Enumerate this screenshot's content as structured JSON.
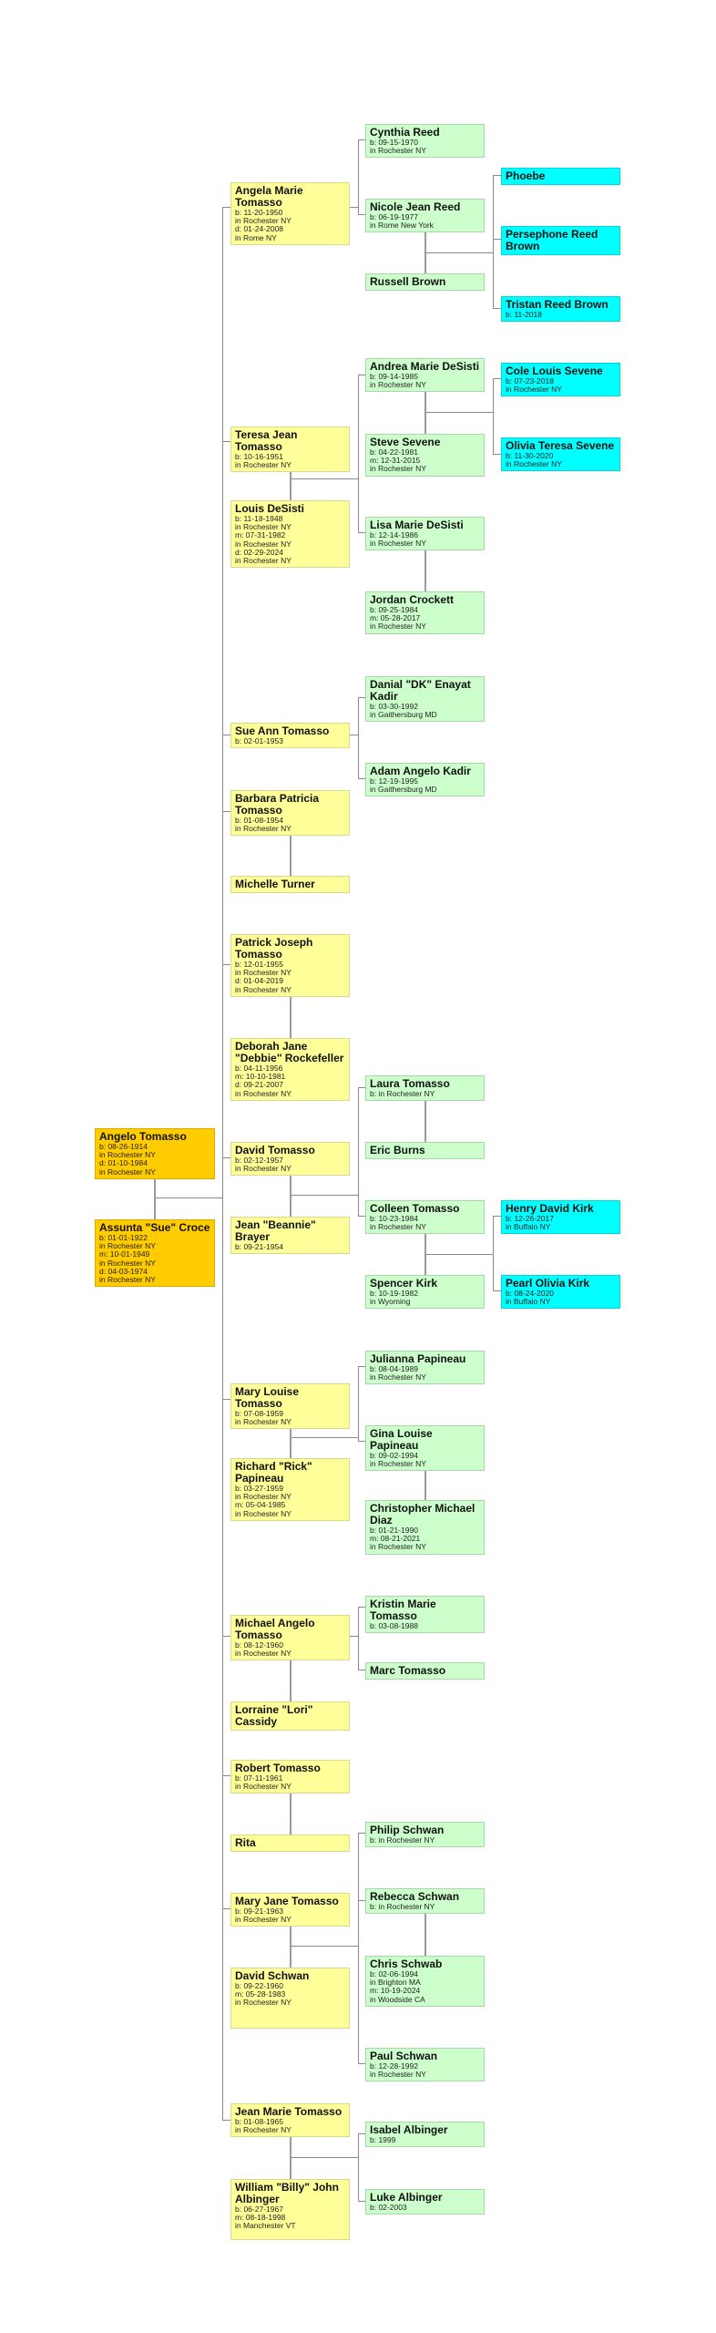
{
  "colors": {
    "root": "#ffcc00",
    "generation1": "#ffff99",
    "generation2": "#ccffcc",
    "generation3": "#00ffff"
  },
  "people": {
    "angelo": {
      "name": "Angelo Tomasso",
      "details": [
        "b: 08-26-1914",
        "in Rochester NY",
        "d: 01-10-1984",
        "in Rochester NY"
      ]
    },
    "assunta": {
      "name": "Assunta \"Sue\" Croce",
      "details": [
        "b: 01-01-1922",
        "in Rochester NY",
        "m: 10-01-1949",
        "in Rochester NY",
        "d: 04-03-1974",
        "in Rochester NY"
      ]
    },
    "angela": {
      "name": "Angela Marie Tomasso",
      "details": [
        "b: 11-20-1950",
        "in Rochester NY",
        "d: 01-24-2008",
        "in Rome NY"
      ]
    },
    "teresa": {
      "name": "Teresa Jean Tomasso",
      "details": [
        "b: 10-16-1951",
        "in Rochester NY"
      ]
    },
    "louis": {
      "name": "Louis DeSisti",
      "details": [
        "b: 11-18-1948",
        "in Rochester NY",
        "m: 07-31-1982",
        "in Rochester NY",
        "d: 02-29-2024",
        "in Rochester NY"
      ]
    },
    "sue_ann": {
      "name": "Sue Ann Tomasso",
      "details": [
        "b: 02-01-1953"
      ]
    },
    "barbara": {
      "name": "Barbara Patricia Tomasso",
      "details": [
        "b: 01-08-1954",
        "in Rochester NY"
      ]
    },
    "michelle": {
      "name": "Michelle Turner",
      "details": []
    },
    "patrick": {
      "name": "Patrick Joseph Tomasso",
      "details": [
        "b: 12-01-1955",
        "in Rochester NY",
        "d: 01-04-2019",
        "in Rochester NY"
      ]
    },
    "deborah": {
      "name": "Deborah Jane \"Debbie\" Rockefeller",
      "details": [
        "b: 04-11-1956",
        "m: 10-10-1981",
        "d: 09-21-2007",
        "in Rochester NY"
      ]
    },
    "david": {
      "name": "David Tomasso",
      "details": [
        "b: 02-12-1957",
        "in Rochester NY"
      ]
    },
    "jean_b": {
      "name": "Jean \"Beannie\" Brayer",
      "details": [
        "b: 09-21-1954"
      ]
    },
    "mary_louise": {
      "name": "Mary Louise Tomasso",
      "details": [
        "b: 07-08-1959",
        "in Rochester NY"
      ]
    },
    "richard": {
      "name": "Richard \"Rick\" Papineau",
      "details": [
        "b: 03-27-1959",
        "in Rochester NY",
        "m: 05-04-1985",
        "in Rochester NY"
      ]
    },
    "michael": {
      "name": "Michael Angelo Tomasso",
      "details": [
        "b: 08-12-1960",
        "in Rochester NY"
      ]
    },
    "lorraine": {
      "name": "Lorraine \"Lori\" Cassidy",
      "details": []
    },
    "robert": {
      "name": "Robert Tomasso",
      "details": [
        "b: 07-11-1961",
        "in Rochester NY"
      ]
    },
    "rita": {
      "name": "Rita",
      "details": []
    },
    "mary_jane": {
      "name": "Mary Jane Tomasso",
      "details": [
        "b: 09-21-1963",
        "in Rochester NY"
      ]
    },
    "david_s": {
      "name": "David Schwan",
      "details": [
        "b: 09-22-1960",
        "m: 05-28-1983",
        "in Rochester NY"
      ]
    },
    "jean_marie": {
      "name": "Jean Marie Tomasso",
      "details": [
        "b: 01-08-1965",
        "in Rochester NY"
      ]
    },
    "william": {
      "name": "William \"Billy\" John Albinger",
      "details": [
        "b: 06-27-1967",
        "m: 08-18-1998",
        "in Manchester VT"
      ]
    },
    "cynthia": {
      "name": "Cynthia Reed",
      "details": [
        "b: 09-15-1970",
        "in Rochester NY"
      ]
    },
    "nicole": {
      "name": "Nicole Jean Reed",
      "details": [
        "b: 06-19-1977",
        "in Rome New York"
      ]
    },
    "russell": {
      "name": "Russell Brown",
      "details": []
    },
    "andrea": {
      "name": "Andrea Marie DeSisti",
      "details": [
        "b: 09-14-1985",
        "in Rochester NY"
      ]
    },
    "steve": {
      "name": "Steve Sevene",
      "details": [
        "b: 04-22-1981",
        "m: 12-31-2015",
        "in Rochester NY"
      ]
    },
    "lisa": {
      "name": "Lisa Marie DeSisti",
      "details": [
        "b: 12-14-1986",
        "in Rochester NY"
      ]
    },
    "jordan": {
      "name": "Jordan Crockett",
      "details": [
        "b: 09-25-1984",
        "m: 05-28-2017",
        "in Rochester NY"
      ]
    },
    "danial": {
      "name": "Danial \"DK\" Enayat Kadir",
      "details": [
        "b: 03-30-1992",
        "in Gaithersburg MD"
      ]
    },
    "adam": {
      "name": "Adam Angelo Kadir",
      "details": [
        "b: 12-19-1995",
        "in Gaithersburg MD"
      ]
    },
    "laura": {
      "name": "Laura Tomasso",
      "details": [
        "b: in Rochester NY"
      ]
    },
    "eric": {
      "name": "Eric Burns",
      "details": []
    },
    "colleen": {
      "name": "Colleen Tomasso",
      "details": [
        "b: 10-23-1984",
        "in Rochester NY"
      ]
    },
    "spencer": {
      "name": "Spencer Kirk",
      "details": [
        "b: 10-19-1982",
        "in Wyoming"
      ]
    },
    "julianna": {
      "name": "Julianna Papineau",
      "details": [
        "b: 08-04-1989",
        "in Rochester NY"
      ]
    },
    "gina": {
      "name": "Gina Louise Papineau",
      "details": [
        "b: 09-02-1994",
        "in Rochester NY"
      ]
    },
    "christopher": {
      "name": "Christopher Michael Diaz",
      "details": [
        "b: 01-21-1990",
        "m: 08-21-2021",
        "in Rochester NY"
      ]
    },
    "kristin": {
      "name": "Kristin Marie Tomasso",
      "details": [
        "b: 03-08-1988"
      ]
    },
    "marc": {
      "name": "Marc Tomasso",
      "details": []
    },
    "philip": {
      "name": "Philip Schwan",
      "details": [
        "b: in Rochester NY"
      ]
    },
    "rebecca": {
      "name": "Rebecca Schwan",
      "details": [
        "b: in Rochester NY"
      ]
    },
    "chris": {
      "name": "Chris Schwab",
      "details": [
        "b: 02-06-1994",
        "in Brighton MA",
        "m: 10-19-2024",
        "in Woodside CA"
      ]
    },
    "paul": {
      "name": "Paul Schwan",
      "details": [
        "b: 12-28-1992",
        "in Rochester NY"
      ]
    },
    "isabel": {
      "name": "Isabel Albinger",
      "details": [
        "b: 1999"
      ]
    },
    "luke": {
      "name": "Luke Albinger",
      "details": [
        "b: 02-2003"
      ]
    },
    "phoebe": {
      "name": "Phoebe",
      "details": []
    },
    "persephone": {
      "name": "Persephone Reed Brown",
      "details": []
    },
    "tristan": {
      "name": "Tristan Reed Brown",
      "details": [
        "b: 11-2018"
      ]
    },
    "cole": {
      "name": "Cole Louis Sevene",
      "details": [
        "b: 07-23-2018",
        "in Rochester NY"
      ]
    },
    "olivia": {
      "name": "Olivia Teresa Sevene",
      "details": [
        "b: 11-30-2020",
        "in Rochester NY"
      ]
    },
    "henry": {
      "name": "Henry David Kirk",
      "details": [
        "b: 12-26-2017",
        "in Buffalo NY"
      ]
    },
    "pearl": {
      "name": "Pearl Olivia Kirk",
      "details": [
        "b: 08-24-2020",
        "in Buffalo NY"
      ]
    }
  }
}
